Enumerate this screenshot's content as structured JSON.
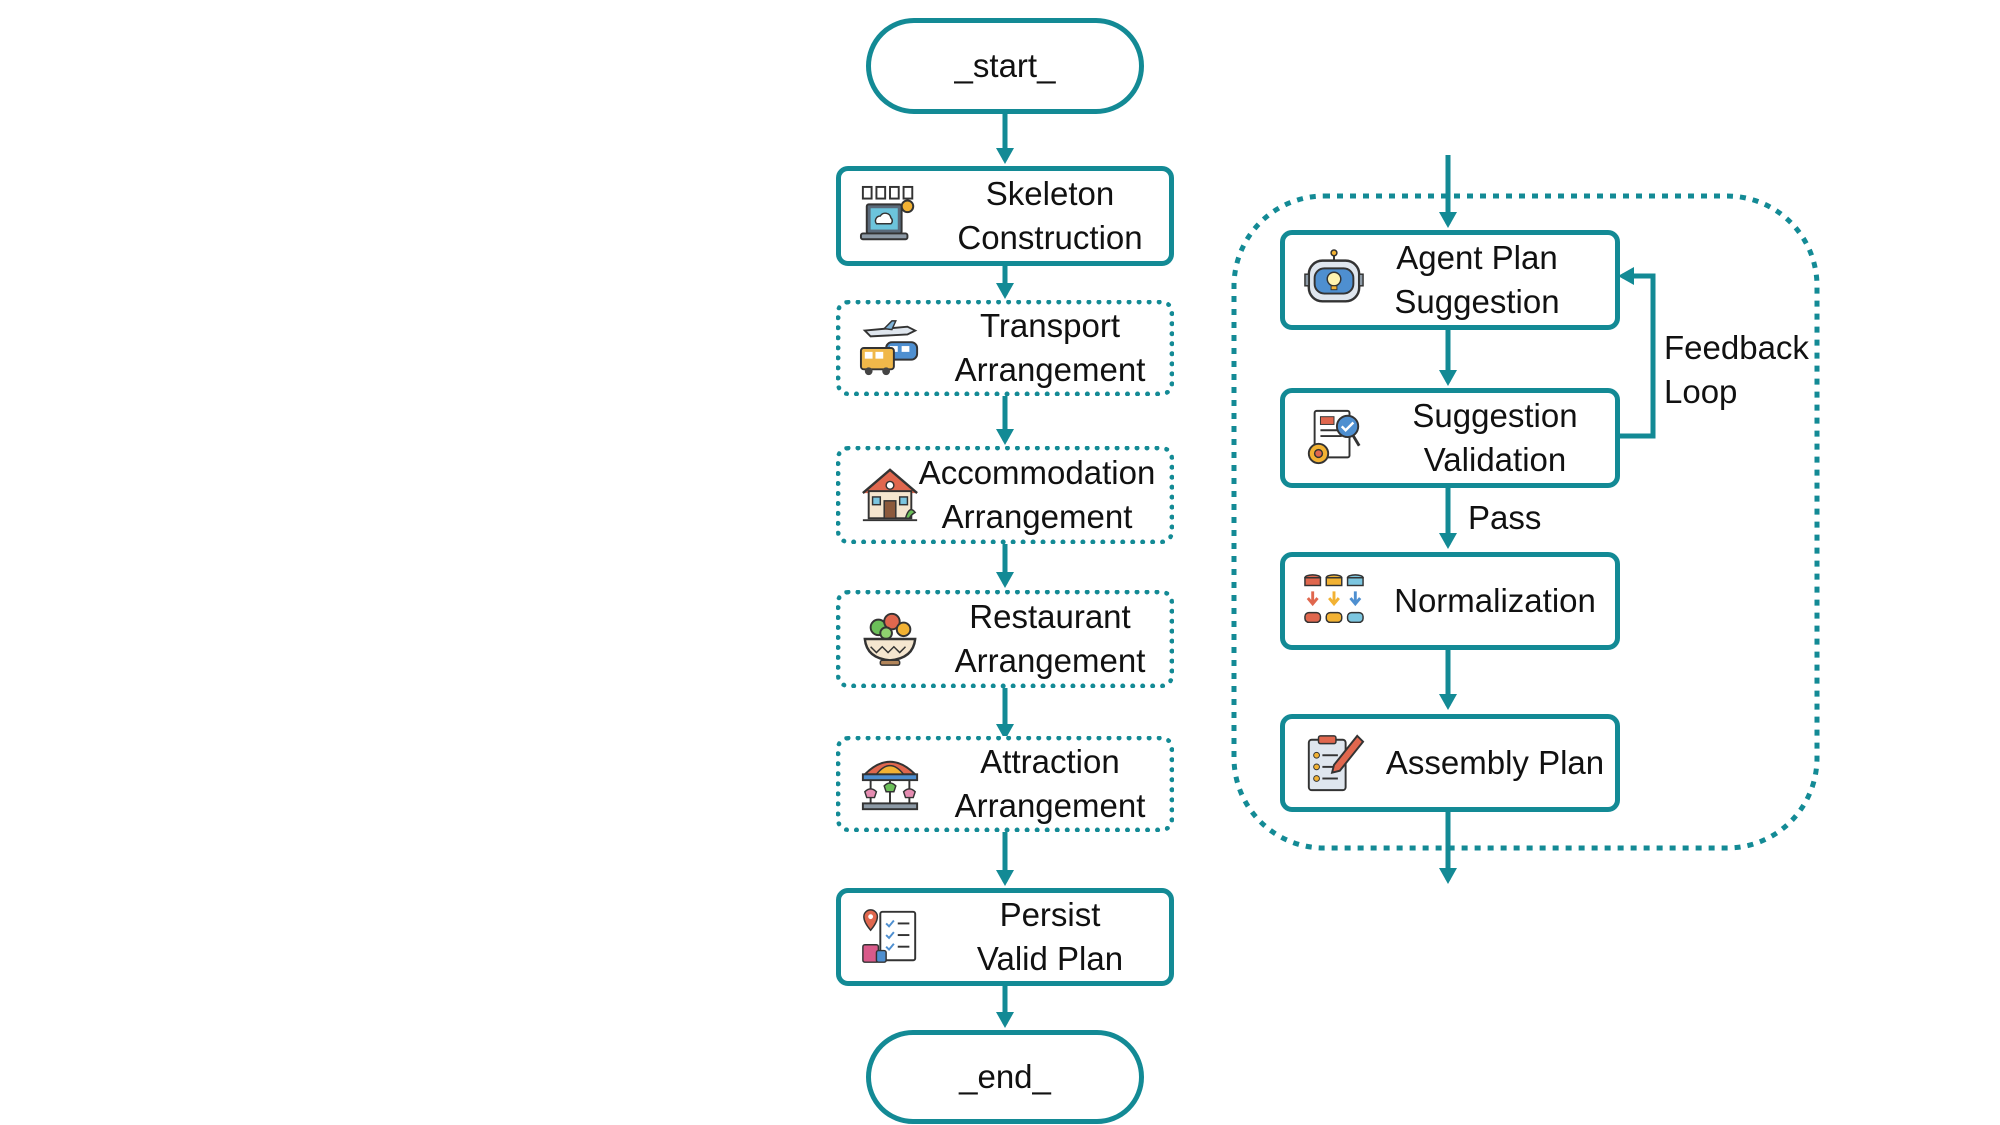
{
  "flow": {
    "start": "_start_",
    "end": "_end_",
    "steps": [
      {
        "line1": "Skeleton",
        "line2": "Construction",
        "icon": "laptop-cloud-icon"
      },
      {
        "line1": "Transport",
        "line2": "Arrangement",
        "icon": "train-bus-plane-icon"
      },
      {
        "line1": "Accommodation",
        "line2": "Arrangement",
        "icon": "house-icon"
      },
      {
        "line1": "Restaurant",
        "line2": "Arrangement",
        "icon": "food-bowl-icon"
      },
      {
        "line1": "Attraction",
        "line2": "Arrangement",
        "icon": "carousel-icon"
      },
      {
        "line1": "Persist",
        "line2": "Valid Plan",
        "icon": "checklist-map-icon"
      }
    ]
  },
  "detail": {
    "agent_plan": {
      "line1": "Agent Plan",
      "line2": "Suggestion",
      "icon": "robot-bulb-icon"
    },
    "validation": {
      "line1": "Suggestion",
      "line2": "Validation",
      "icon": "document-check-icon"
    },
    "normalization": {
      "label": "Normalization",
      "icon": "data-normalize-icon"
    },
    "assembly": {
      "label": "Assembly Plan",
      "icon": "clipboard-pen-icon"
    },
    "feedback_line1": "Feedback",
    "feedback_line2": "Loop",
    "pass_label": "Pass"
  },
  "colors": {
    "teal": "#138a95"
  }
}
